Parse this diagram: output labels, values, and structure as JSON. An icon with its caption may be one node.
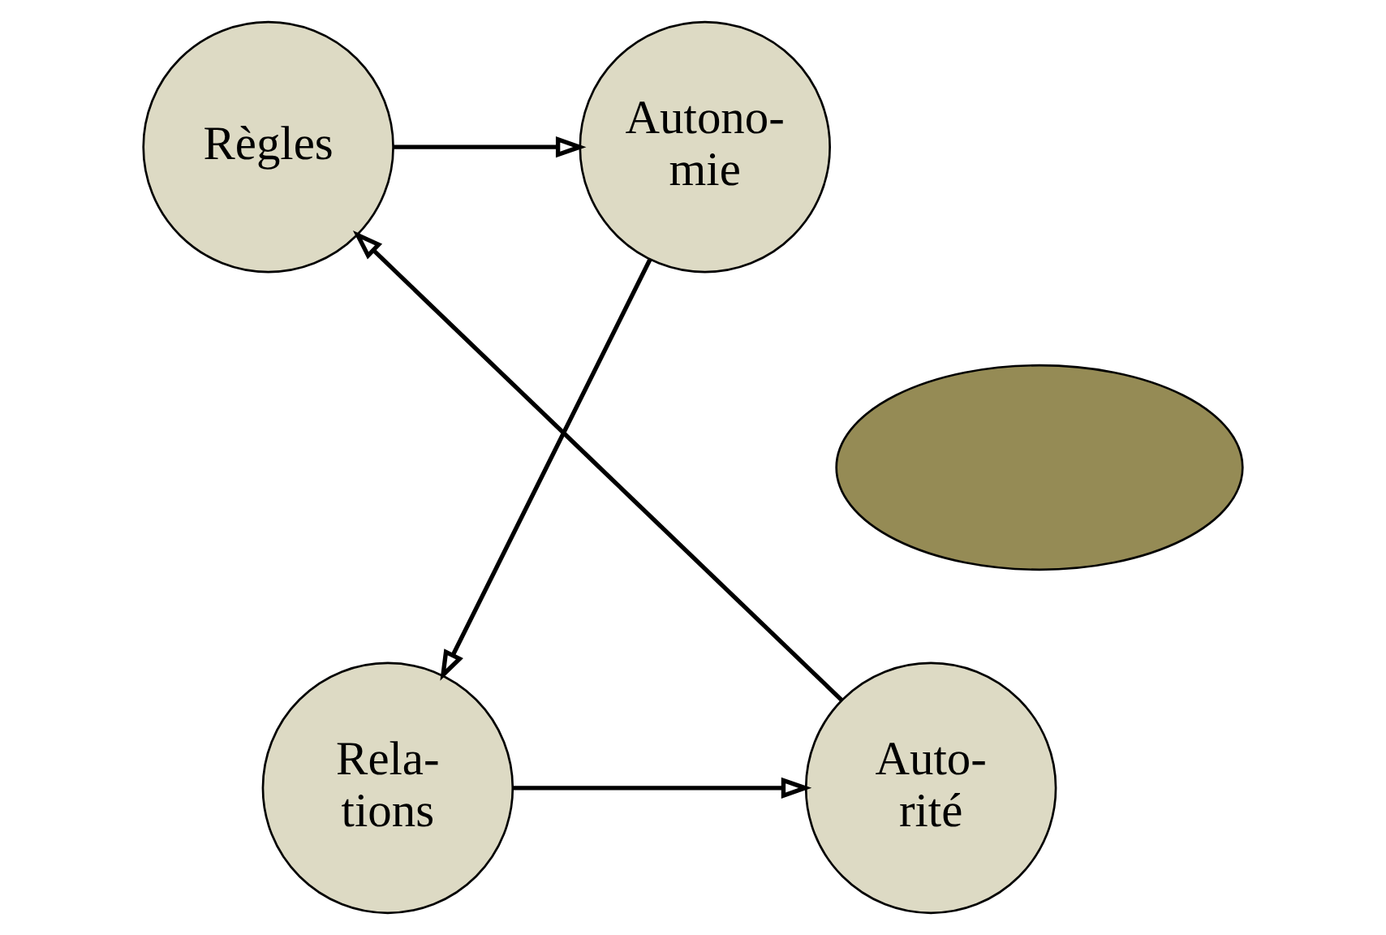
{
  "diagram": {
    "nodes": [
      {
        "text": [],
        "shape": "ellipse"
      },
      {
        "text": [
          "Règles"
        ]
      },
      {
        "text": [
          "Autono- mie"
        ]
      },
      {
        "text": [
          "Rela- tions"
        ]
      },
      {
        "text": [
          "Auto- rité"
        ]
      }
    ],
    "edges": [
      {
        "from": 1,
        "to": 2,
        "arrow": "to"
      },
      {
        "from": 2,
        "to": 3,
        "arrow": "to"
      },
      {
        "from": 3,
        "to": 4,
        "arrow": "to"
      },
      {
        "from": 4,
        "to": 1,
        "arrow": "to"
      }
    ]
  }
}
